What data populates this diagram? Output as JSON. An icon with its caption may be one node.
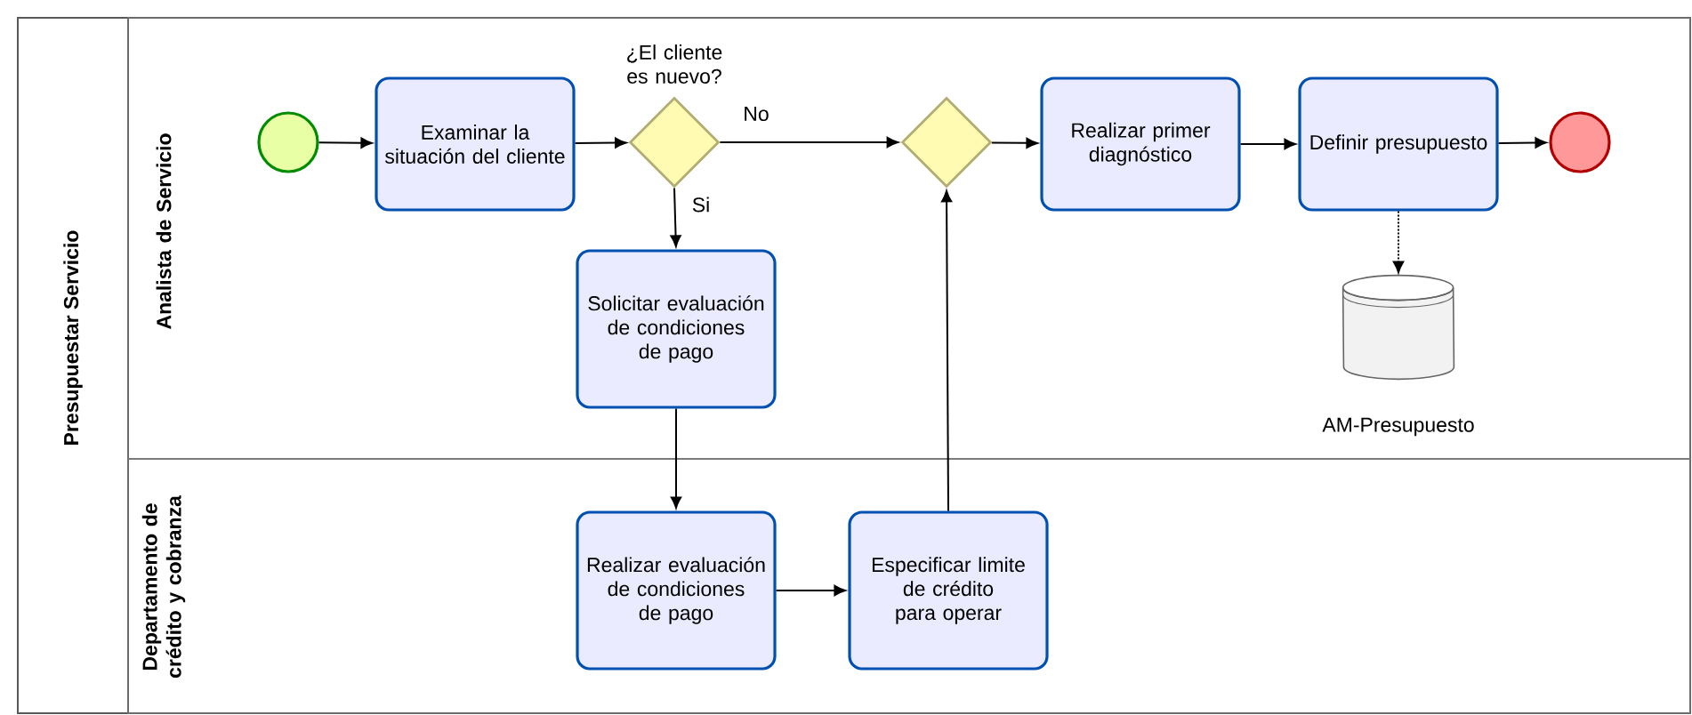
{
  "diagram": {
    "nodes": [
      {
        "text": [
          "Presupuestar Servicio"
        ]
      },
      {
        "text": [
          "Analista de Servicio"
        ],
        "in": 0
      },
      {
        "text": [
          "Departamento de crédito y cobranza"
        ],
        "in": 0
      },
      {
        "text": [],
        "shape": "circle",
        "in": 1
      },
      {
        "text": [
          "Examinar la situación del cliente"
        ],
        "in": 1
      },
      {
        "text": [],
        "shape": "diamond",
        "beside": [
          "¿El cliente es nuevo?"
        ],
        "in": 1
      },
      {
        "text": [
          "Solicitar evaluación de condiciones de pago"
        ],
        "in": 1
      },
      {
        "text": [],
        "shape": "diamond",
        "in": 1
      },
      {
        "text": [
          "Realizar primer diagnóstico"
        ],
        "in": 1
      },
      {
        "text": [
          "Definir presupuesto"
        ],
        "in": 1
      },
      {
        "text": [],
        "shape": "circle",
        "in": 1
      },
      {
        "text": [],
        "shape": "cylinder",
        "beside": [
          "AM-Presupuesto"
        ],
        "in": 1
      },
      {
        "text": [
          "Realizar evaluación de condiciones de pago"
        ],
        "in": 2
      },
      {
        "text": [
          "Especificar limite de crédito para operar"
        ],
        "in": 2
      }
    ],
    "edges": [
      {
        "from": 3,
        "to": 4,
        "arrow": "to"
      },
      {
        "from": 4,
        "to": 5,
        "arrow": "to"
      },
      {
        "from": 5,
        "to": 7,
        "arrow": "to",
        "label": "No"
      },
      {
        "from": 5,
        "to": 6,
        "arrow": "to",
        "label": "Si"
      },
      {
        "from": 6,
        "to": 12,
        "arrow": "to"
      },
      {
        "from": 12,
        "to": 13,
        "arrow": "to"
      },
      {
        "from": 13,
        "to": 7,
        "arrow": "to"
      },
      {
        "from": 7,
        "to": 8,
        "arrow": "to"
      },
      {
        "from": 8,
        "to": 9,
        "arrow": "to"
      },
      {
        "from": 9,
        "to": 10,
        "arrow": "to"
      },
      {
        "from": 9,
        "to": 11,
        "arrow": "to",
        "style": "dashed"
      }
    ]
  }
}
